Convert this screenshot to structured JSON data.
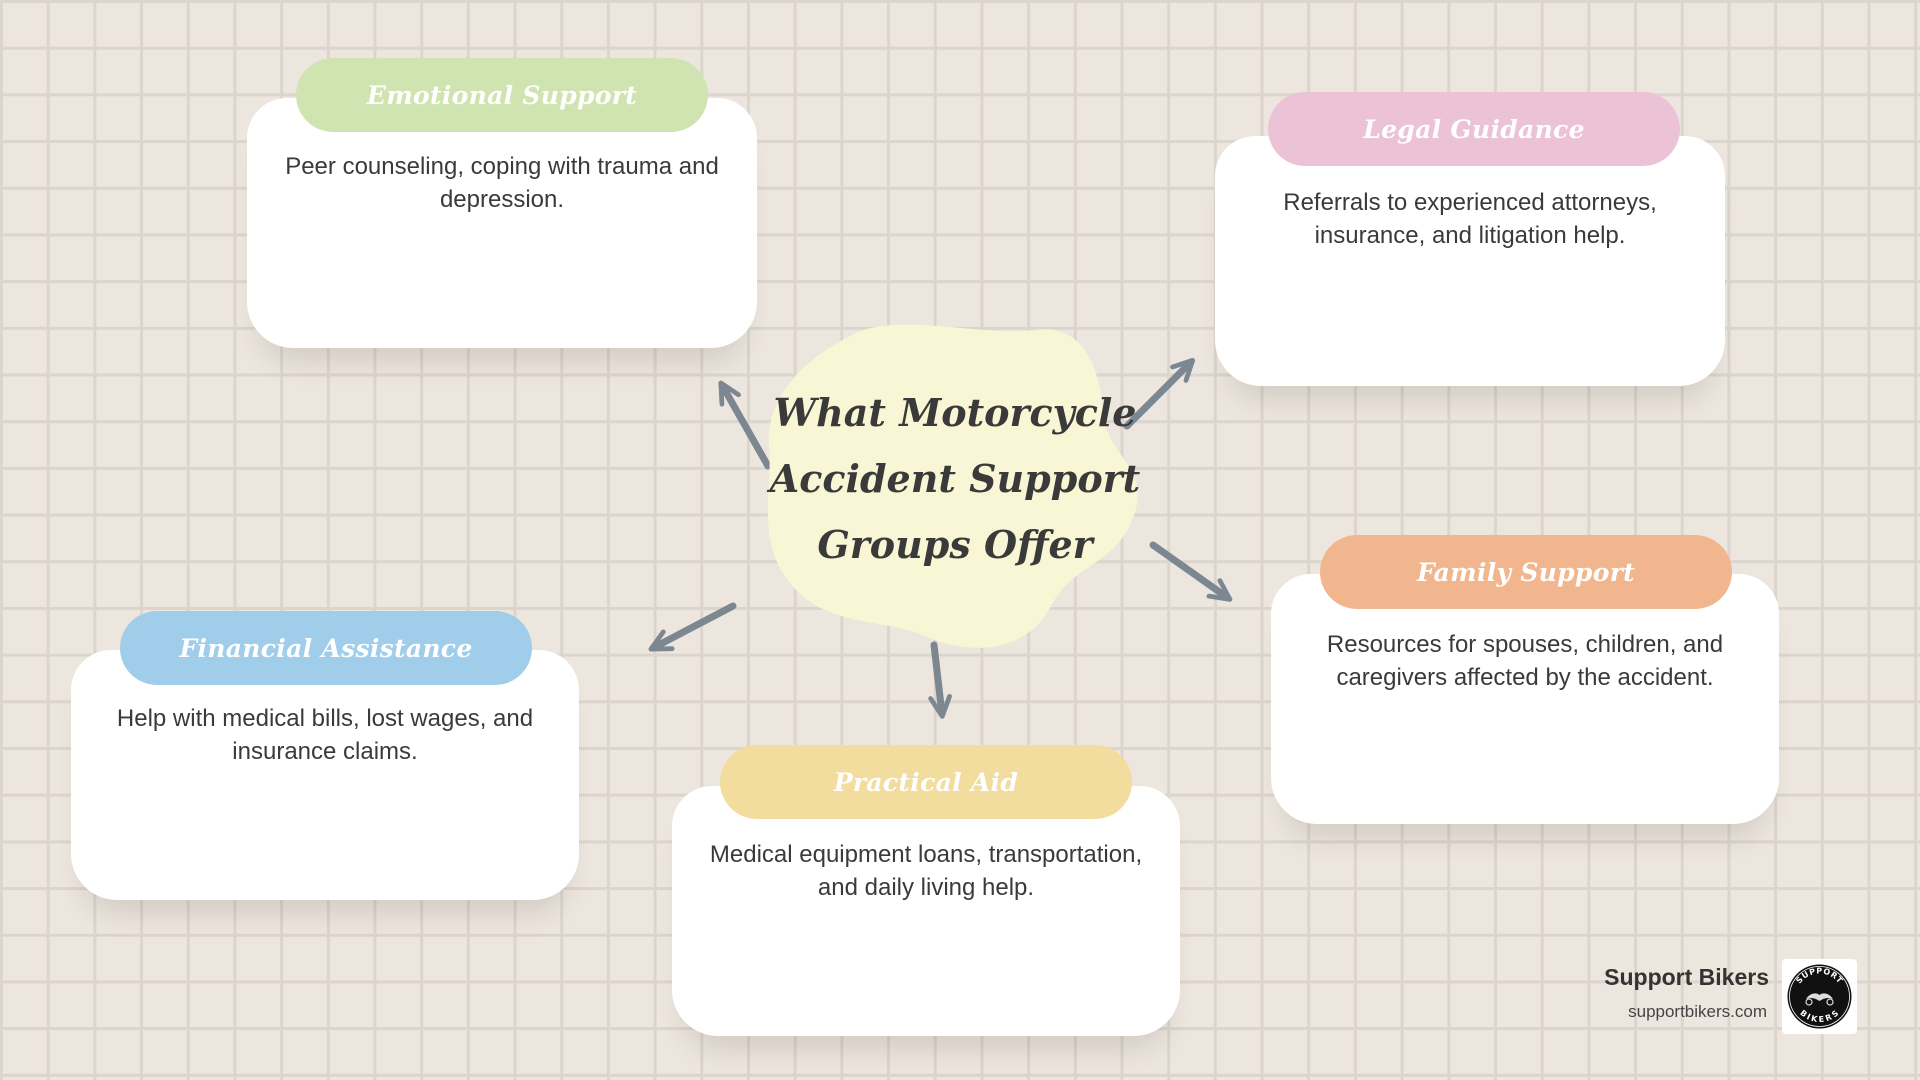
{
  "center": {
    "title_lines": [
      "What Motorcycle",
      "Accident Support",
      "Groups Offer"
    ]
  },
  "nodes": [
    {
      "id": "emotional-support",
      "title": "Emotional Support",
      "description": "Peer counseling, coping with trauma and depression.",
      "color": "#cfe4b0"
    },
    {
      "id": "legal-guidance",
      "title": "Legal Guidance",
      "description": "Referrals to experienced attorneys, insurance, and litigation help.",
      "color": "#ecc2d7"
    },
    {
      "id": "family-support",
      "title": "Family Support",
      "description": "Resources for spouses, children, and caregivers affected by the accident.",
      "color": "#f2b68e"
    },
    {
      "id": "practical-aid",
      "title": "Practical Aid",
      "description": "Medical equipment loans, transportation, and daily living help.",
      "color": "#f2dd9f"
    },
    {
      "id": "financial-assistance",
      "title": "Financial Assistance",
      "description": "Help with medical bills, lost wages, and insurance claims.",
      "color": "#9fcdea"
    }
  ],
  "colors": {
    "background": "#ede6de",
    "grid": "#dcd5cd",
    "center_blob": "#f9f6d5",
    "arrow": "#7c8792",
    "text": "#3a3a3a"
  },
  "brand": {
    "name": "Support Bikers",
    "url": "supportbikers.com",
    "logo_top_text": "SUPPORT",
    "logo_bottom_text": "BIKERS"
  }
}
